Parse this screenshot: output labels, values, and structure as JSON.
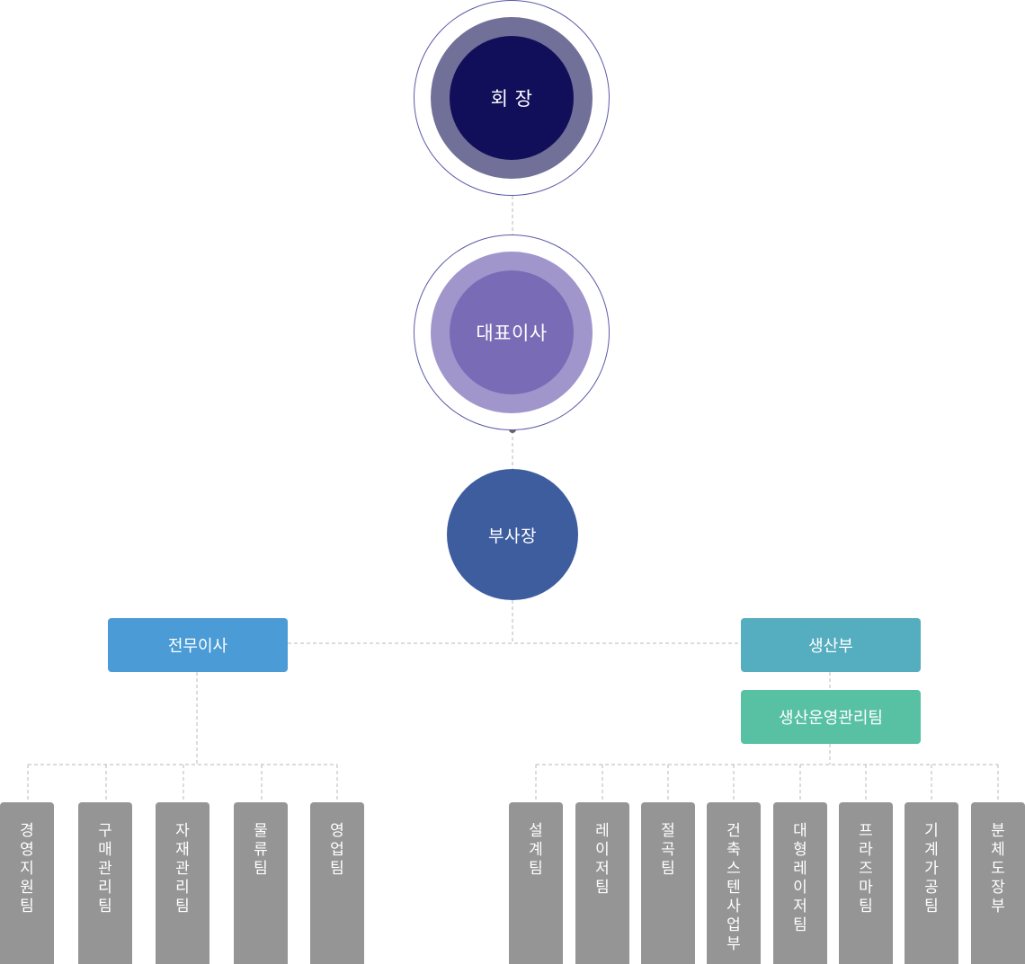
{
  "chairman": {
    "label": "회 장"
  },
  "ceo": {
    "label": "대표이사"
  },
  "vice_president": {
    "label": "부사장"
  },
  "executive_director": {
    "label": "전무이사"
  },
  "production": {
    "label": "생산부"
  },
  "production_ops": {
    "label": "생산운영관리팀"
  },
  "left_teams": [
    "경영지원팀",
    "구매관리팀",
    "자재관리팀",
    "물류팀",
    "영업팀"
  ],
  "right_teams": [
    "설계팀",
    "레이저팀",
    "절곡팀",
    "건축스텐사업부",
    "대형레이저팀",
    "프라즈마팀",
    "기계가공팀",
    "분체도장부"
  ],
  "colors": {
    "chairman_inner": "#120f5a",
    "chairman_ring": "#717098",
    "ceo_inner": "#7a6bb6",
    "ceo_ring": "#a196cc",
    "vice_president": "#3e5d9f",
    "executive_director": "#4a9bd6",
    "production": "#55aebf",
    "production_ops": "#58c1a4",
    "team_box": "#959595"
  }
}
